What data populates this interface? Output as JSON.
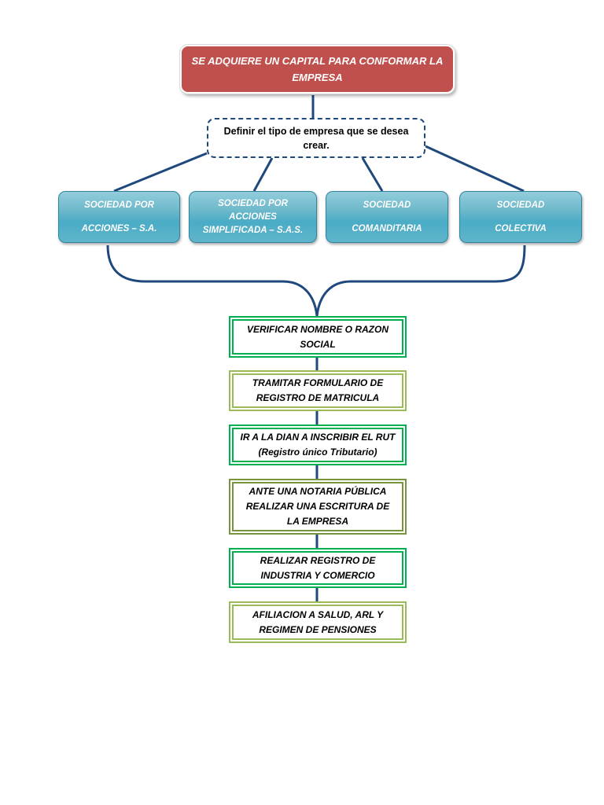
{
  "diagram": {
    "title": "Flujo para constituir una empresa",
    "root": {
      "label": "SE ADQUIERE UN CAPITAL PARA CONFORMAR LA EMPRESA",
      "color": "#c0504d"
    },
    "decision": {
      "label": "Definir el tipo de empresa que se desea crear."
    },
    "company_types": [
      {
        "lines": [
          "SOCIEDAD POR",
          "ACCIONES – S.A."
        ]
      },
      {
        "lines": [
          "SOCIEDAD POR",
          "ACCIONES",
          "SIMPLIFICADA – S.A.S."
        ]
      },
      {
        "lines": [
          "SOCIEDAD",
          "COMANDITARIA"
        ]
      },
      {
        "lines": [
          "SOCIEDAD",
          "COLECTIVA"
        ]
      }
    ],
    "steps": [
      {
        "label": "VERIFICAR NOMBRE O RAZON SOCIAL",
        "border_color": "#00b050"
      },
      {
        "label": "TRAMITAR FORMULARIO DE REGISTRO DE MATRICULA",
        "border_color": "#9bbb59"
      },
      {
        "label": "IR A LA DIAN A INSCRIBIR EL RUT",
        "sub": "(Registro único Tributario)",
        "border_color": "#00b050"
      },
      {
        "label": "ANTE UNA NOTARIA PÚBLICA REALIZAR UNA ESCRITURA DE LA EMPRESA",
        "border_color": "#77933c"
      },
      {
        "label": "REALIZAR REGISTRO DE INDUSTRIA Y COMERCIO",
        "border_color": "#00b050"
      },
      {
        "label": "AFILIACION A SALUD, ARL Y REGIMEN DE PENSIONES",
        "border_color": "#9bbb59"
      }
    ],
    "connector_color": "#1f497d",
    "society_color": "#4bacc6"
  }
}
